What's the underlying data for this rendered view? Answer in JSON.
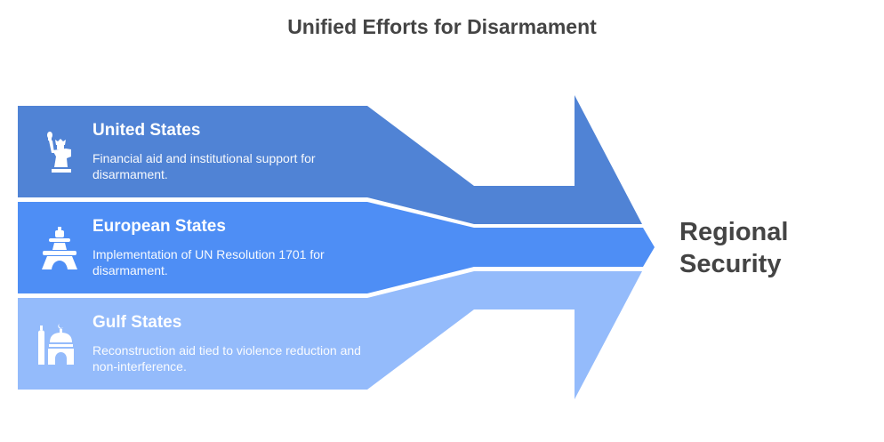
{
  "title": "Unified Efforts for Disarmament",
  "target": {
    "line1": "Regional",
    "line2": "Security"
  },
  "bands": [
    {
      "title": "United States",
      "description": "Financial aid and institutional support for disarmament.",
      "icon": "statue-of-liberty-icon",
      "color": "#5083D5"
    },
    {
      "title": "European States",
      "description": "Implementation of UN Resolution 1701 for disarmament.",
      "icon": "eiffel-tower-icon",
      "color": "#4E8EF5"
    },
    {
      "title": "Gulf States",
      "description": "Reconstruction aid tied to violence reduction and non-interference.",
      "icon": "mosque-icon",
      "color": "#94BBFB"
    }
  ]
}
